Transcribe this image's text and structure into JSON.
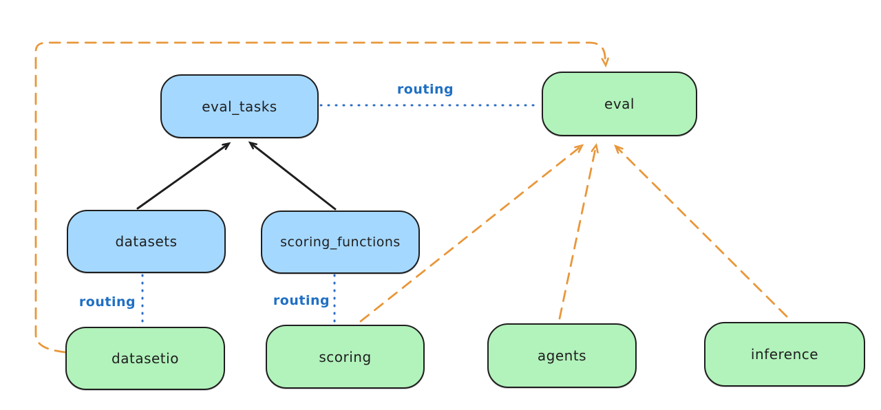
{
  "diagram": {
    "kind": "architecture-routing-diagram",
    "colors": {
      "background": "#ffffff",
      "node_stroke": "#1e1e1e",
      "api_node_fill_blue": "#a5d8ff",
      "provider_node_fill_green": "#b2f2bb",
      "routing_line_blue": "#2b6cc4",
      "dependency_line_orange": "#e8973a",
      "inheritance_line_black": "#1e1e1e"
    },
    "nodes": [
      {
        "id": "eval_tasks",
        "label": "eval_tasks",
        "color": "blue"
      },
      {
        "id": "eval",
        "label": "eval",
        "color": "green"
      },
      {
        "id": "datasets",
        "label": "datasets",
        "color": "blue"
      },
      {
        "id": "scoring_functions",
        "label": "scoring_functions",
        "color": "blue"
      },
      {
        "id": "datasetio",
        "label": "datasetio",
        "color": "green"
      },
      {
        "id": "scoring",
        "label": "scoring",
        "color": "green"
      },
      {
        "id": "agents",
        "label": "agents",
        "color": "green"
      },
      {
        "id": "inference",
        "label": "inference",
        "color": "green"
      }
    ],
    "routing_labels": [
      {
        "text": "routing",
        "between": [
          "eval_tasks",
          "eval"
        ]
      },
      {
        "text": "routing",
        "between": [
          "datasets",
          "datasetio"
        ]
      },
      {
        "text": "routing",
        "between": [
          "scoring_functions",
          "scoring"
        ]
      }
    ],
    "edges": [
      {
        "from": "datasets",
        "to": "eval_tasks",
        "style": "solid-black",
        "arrow": true,
        "label": ""
      },
      {
        "from": "scoring_functions",
        "to": "eval_tasks",
        "style": "solid-black",
        "arrow": true,
        "label": ""
      },
      {
        "from": "eval_tasks",
        "to": "eval",
        "style": "dotted-blue",
        "arrow": false,
        "label": "routing"
      },
      {
        "from": "datasets",
        "to": "datasetio",
        "style": "dotted-blue",
        "arrow": false,
        "label": "routing"
      },
      {
        "from": "scoring_functions",
        "to": "scoring",
        "style": "dotted-blue",
        "arrow": false,
        "label": "routing"
      },
      {
        "from": "datasetio",
        "to": "eval",
        "style": "dashed-orange",
        "arrow": true,
        "path": "elbow-left-top"
      },
      {
        "from": "scoring",
        "to": "eval",
        "style": "dashed-orange",
        "arrow": true,
        "path": "straight"
      },
      {
        "from": "agents",
        "to": "eval",
        "style": "dashed-orange",
        "arrow": true,
        "path": "straight"
      },
      {
        "from": "inference",
        "to": "eval",
        "style": "dashed-orange",
        "arrow": true,
        "path": "straight"
      }
    ]
  }
}
